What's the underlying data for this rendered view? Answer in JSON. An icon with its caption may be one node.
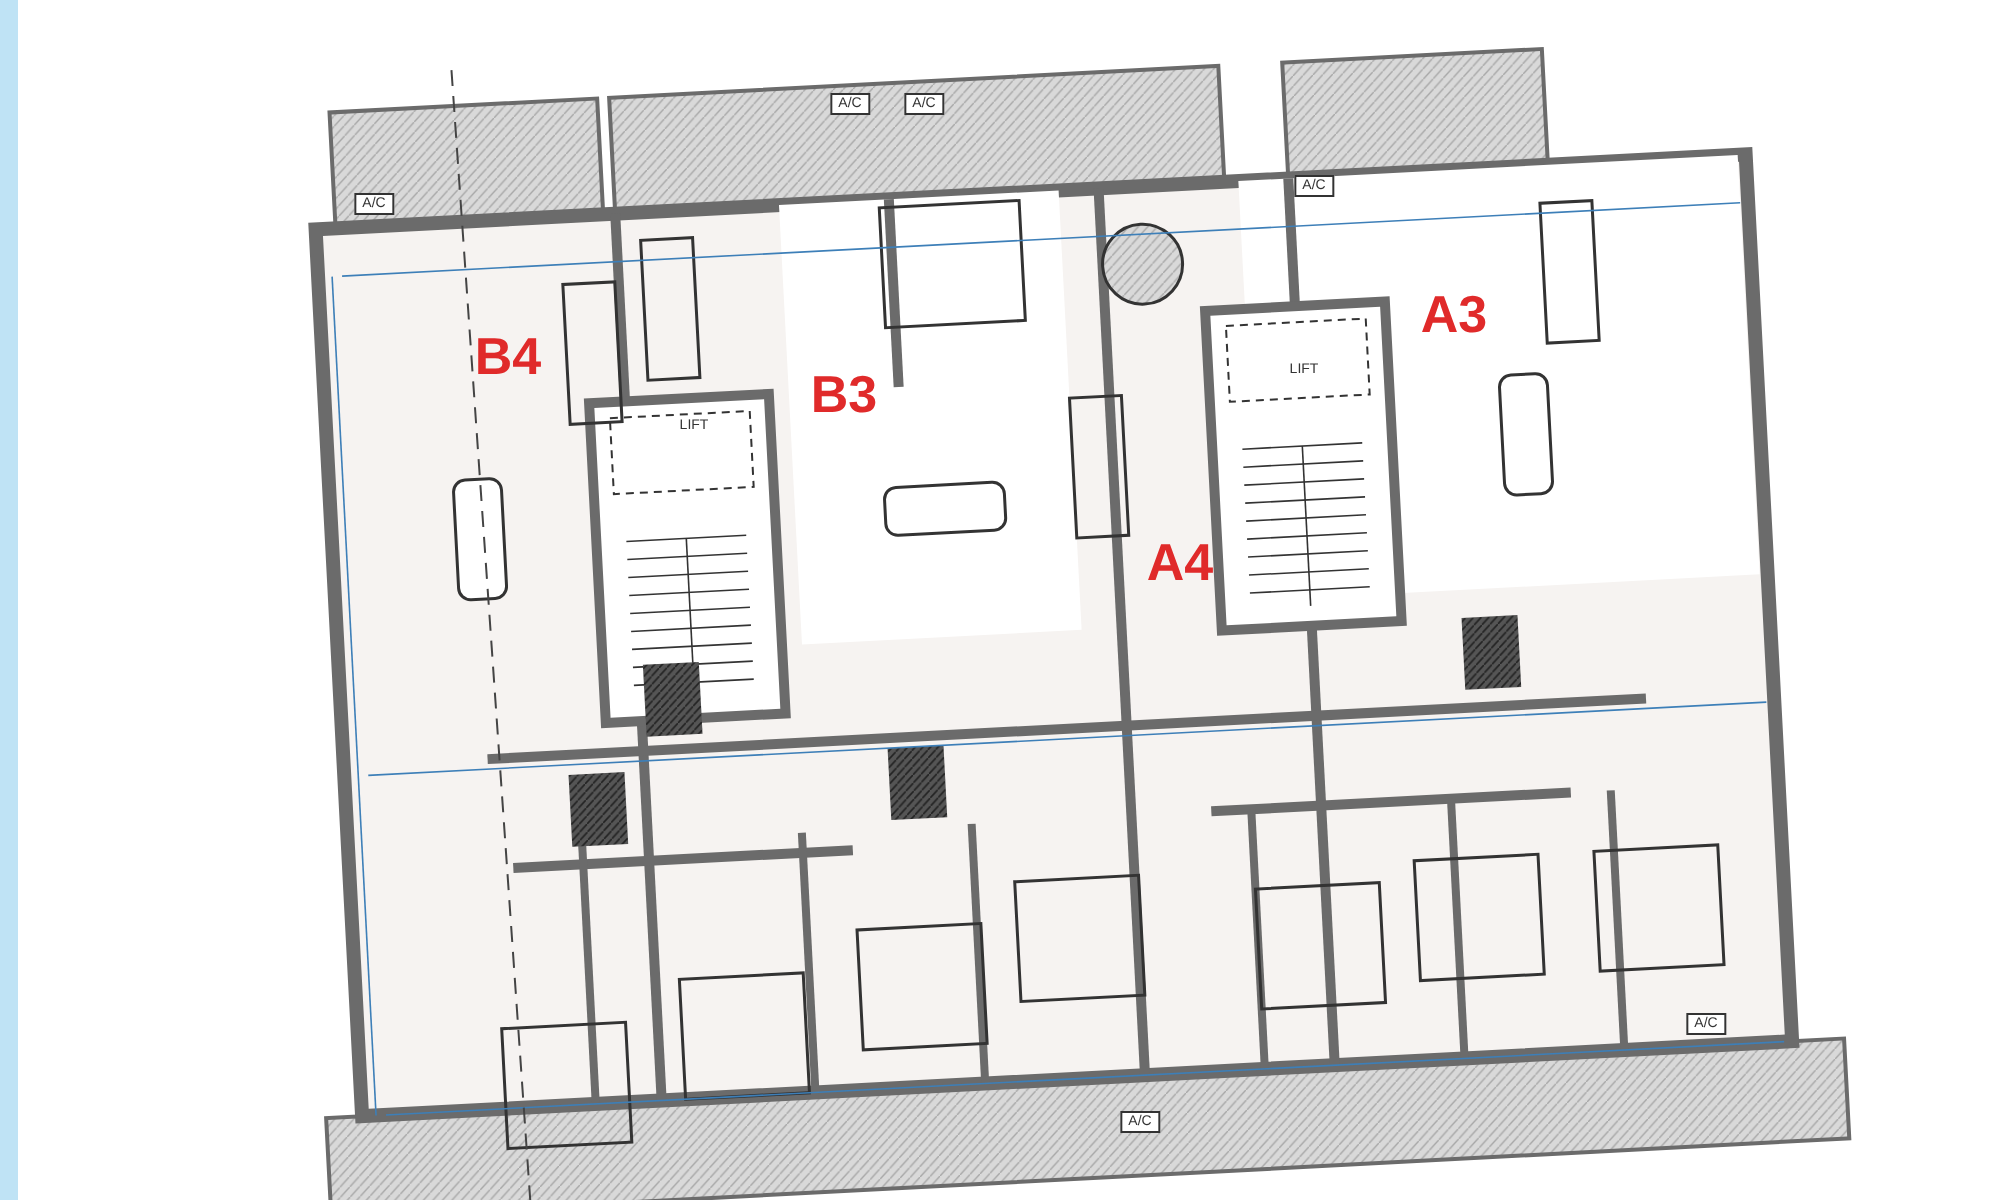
{
  "diagram": {
    "labels": [
      "A/C",
      "A/C",
      "A/C",
      "A/C",
      "A3",
      "B4",
      "LIFT",
      "B3",
      "LIFT",
      "A4",
      "A/C",
      "A/C"
    ]
  }
}
